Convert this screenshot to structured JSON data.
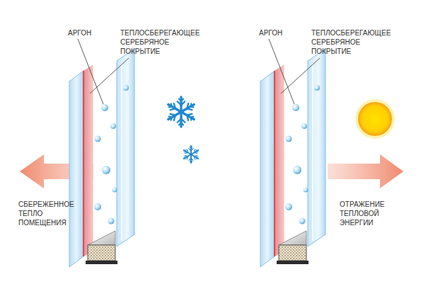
{
  "diagram": {
    "labels": [
      "АРГОН",
      "ТЕПЛОСБЕРЕГАЮЩЕЕ СЕРЕБРЯНОЕ ПОКРЫТИЕ",
      "АРГОН",
      "ТЕПЛОСБЕРЕГАЮЩЕЕ СЕРЕБРЯНОЕ ПОКРЫТИЕ",
      "СБЕРЕЖЕННОЕ ТЕПЛО ПОМЕЩЕНИЯ",
      "ОТРАЖЕНИЕ ТЕПЛОВОЙ ЭНЕРГИИ"
    ]
  }
}
